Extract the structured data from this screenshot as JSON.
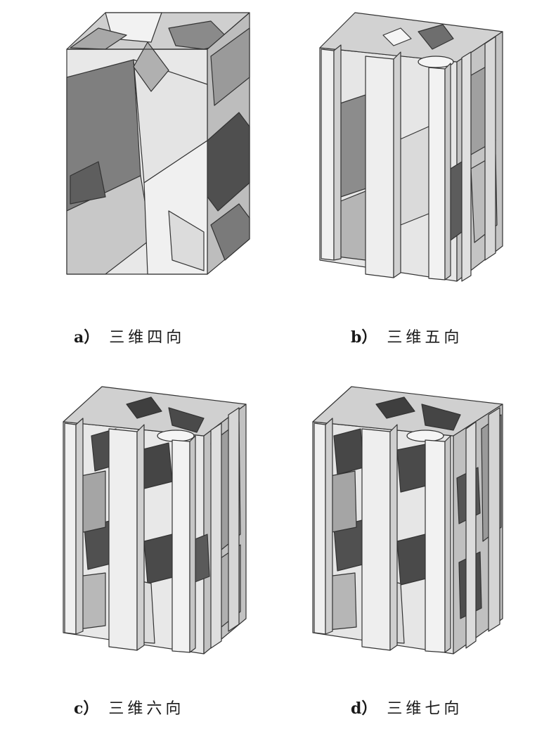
{
  "figure": {
    "panels": [
      {
        "id": "a",
        "tag": "a）",
        "label": "三维四向"
      },
      {
        "id": "b",
        "tag": "b）",
        "label": "三维五向"
      },
      {
        "id": "c",
        "tag": "c）",
        "label": "三维六向"
      },
      {
        "id": "d",
        "tag": "d）",
        "label": "三维七向"
      }
    ],
    "colors": {
      "light": "#efefef",
      "mid": "#bdbdbd",
      "dark": "#808080",
      "darker": "#4f4f4f",
      "edge": "#333333"
    }
  }
}
